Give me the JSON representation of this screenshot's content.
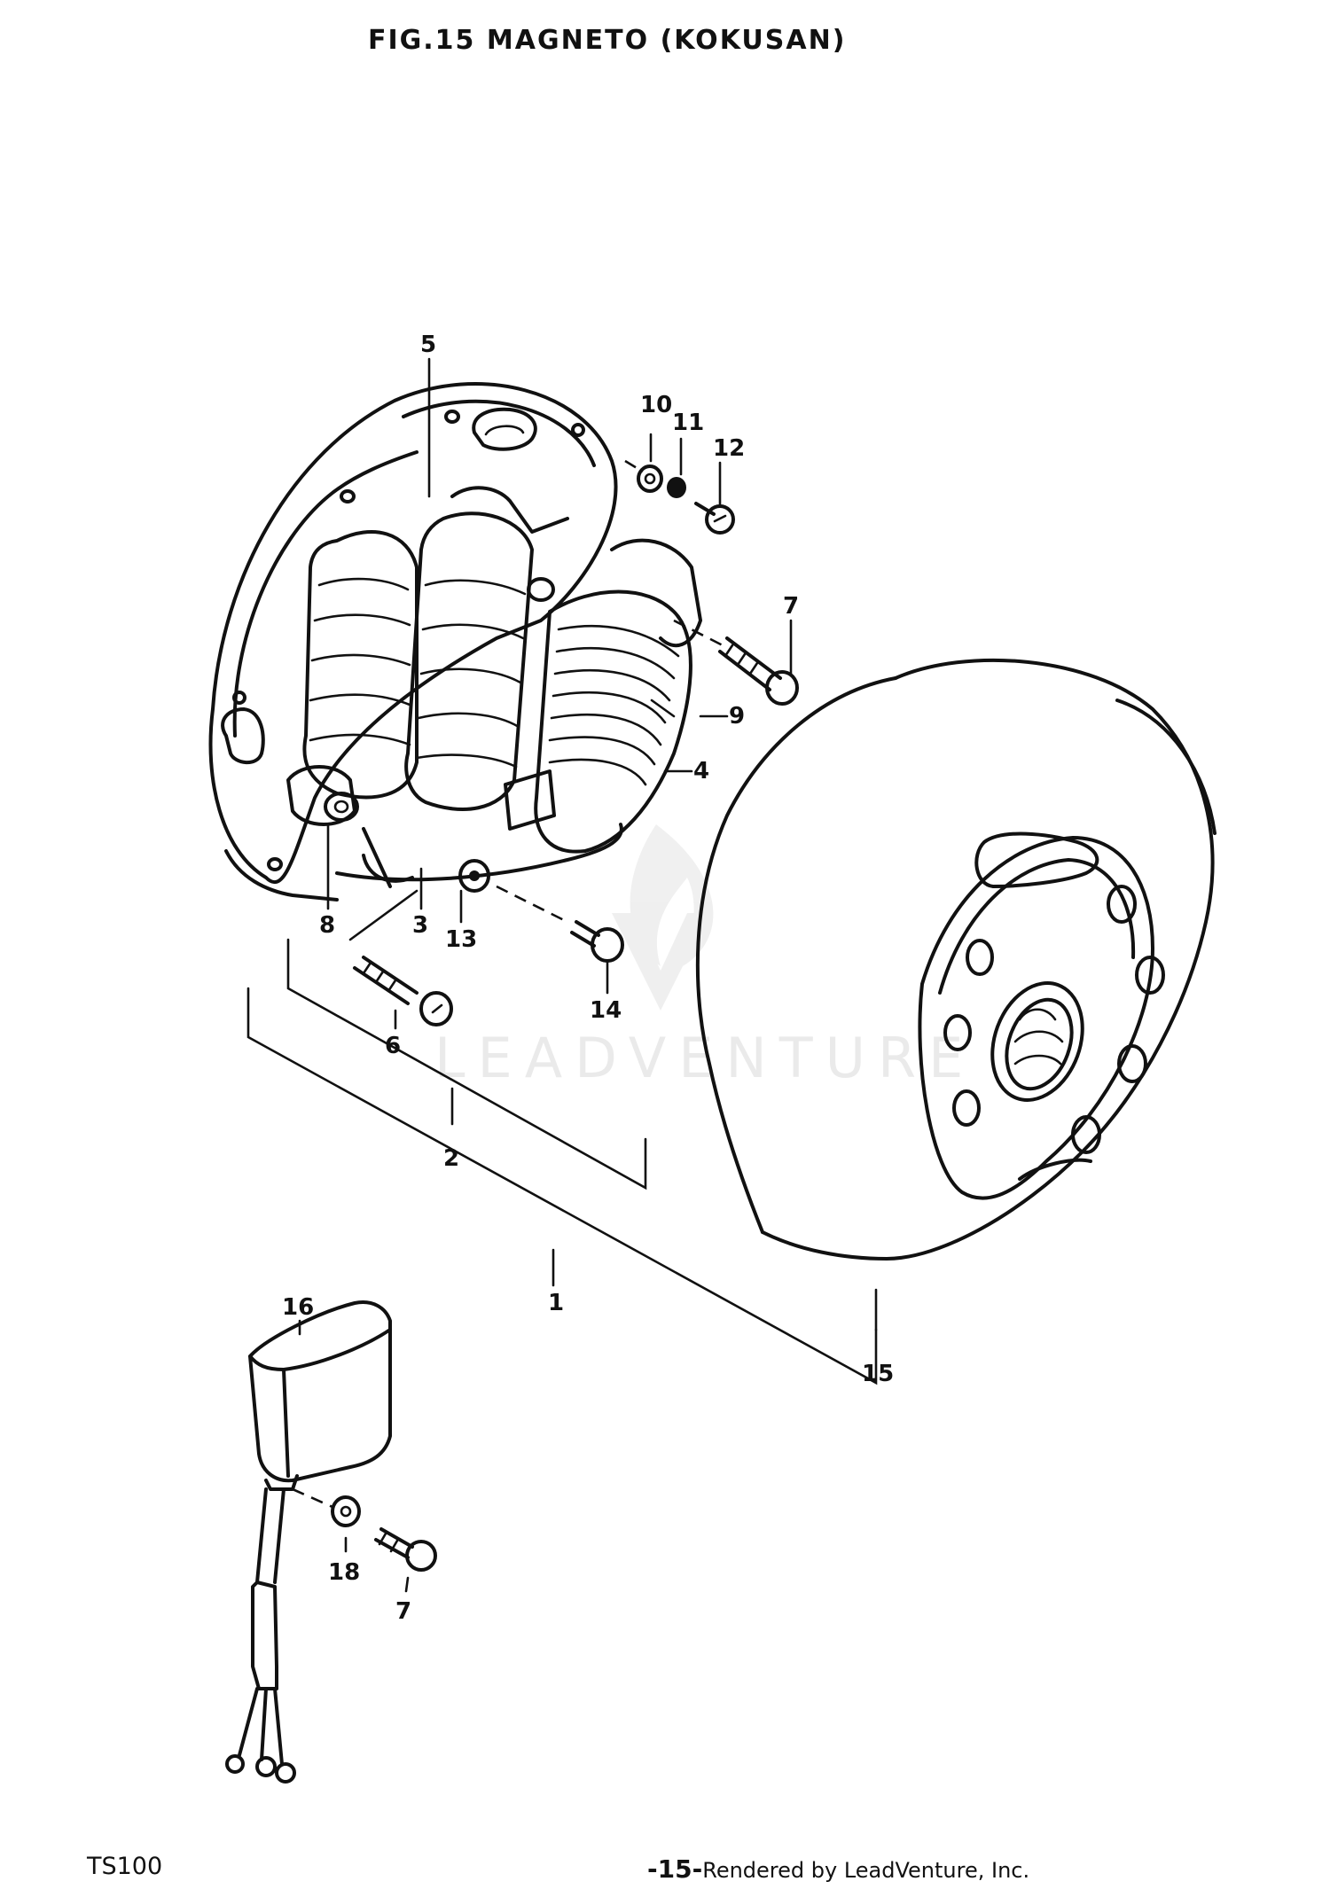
{
  "header": {
    "title": "FIG.15  MAGNETO (KOKUSAN)"
  },
  "footer": {
    "model": "TS100",
    "page": "-15-",
    "rendered_by": "Rendered by LeadVenture, Inc."
  },
  "watermark": {
    "text": "LEADVENTURE",
    "color": "#d9d9d9"
  },
  "callouts": [
    "1",
    "2",
    "3",
    "4",
    "5",
    "6",
    "7",
    "8",
    "9",
    "10",
    "11",
    "12",
    "13",
    "14",
    "15",
    "16",
    "18",
    "7"
  ]
}
